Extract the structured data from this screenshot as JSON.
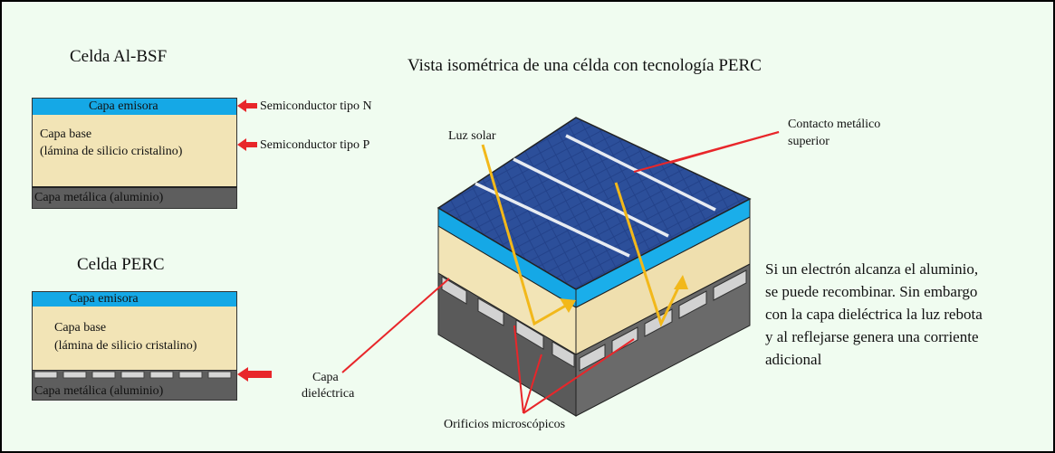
{
  "colors": {
    "emisora": "#15a8e6",
    "base": "#f2e4b6",
    "metal": "#5e5e5e",
    "dielectric": "#d6d6d6",
    "arrow_red": "#e8262a",
    "light_yellow": "#f2b81a",
    "panel": "#1f3a80"
  },
  "albsf": {
    "title": "Celda Al-BSF",
    "emisora": "Capa emisora",
    "base_line1": "Capa base",
    "base_line2": "(lámina de silicio cristalino)",
    "metal": "Capa metálica (aluminio)",
    "label_n": "Semiconductor tipo N",
    "label_p": "Semiconductor tipo P"
  },
  "perc": {
    "title": "Celda PERC",
    "emisora": "Capa emisora",
    "base_line1": "Capa base",
    "base_line2": "(lámina de silicio cristalino)",
    "metal": "Capa metálica (aluminio)",
    "dielectric_line1": "Capa",
    "dielectric_line2": "dieléctrica"
  },
  "iso": {
    "title": "Vista isométrica de una célda con tecnología PERC",
    "luz": "Luz solar",
    "contacto_line1": "Contacto metálico",
    "contacto_line2": "superior",
    "orificios": "Orificios microscópicos",
    "explanation": "Si un electrón alcanza el aluminio, se puede recombinar. Sin embargo con la capa dieléctrica la luz rebota y al reflejarse genera una corriente adicional"
  }
}
